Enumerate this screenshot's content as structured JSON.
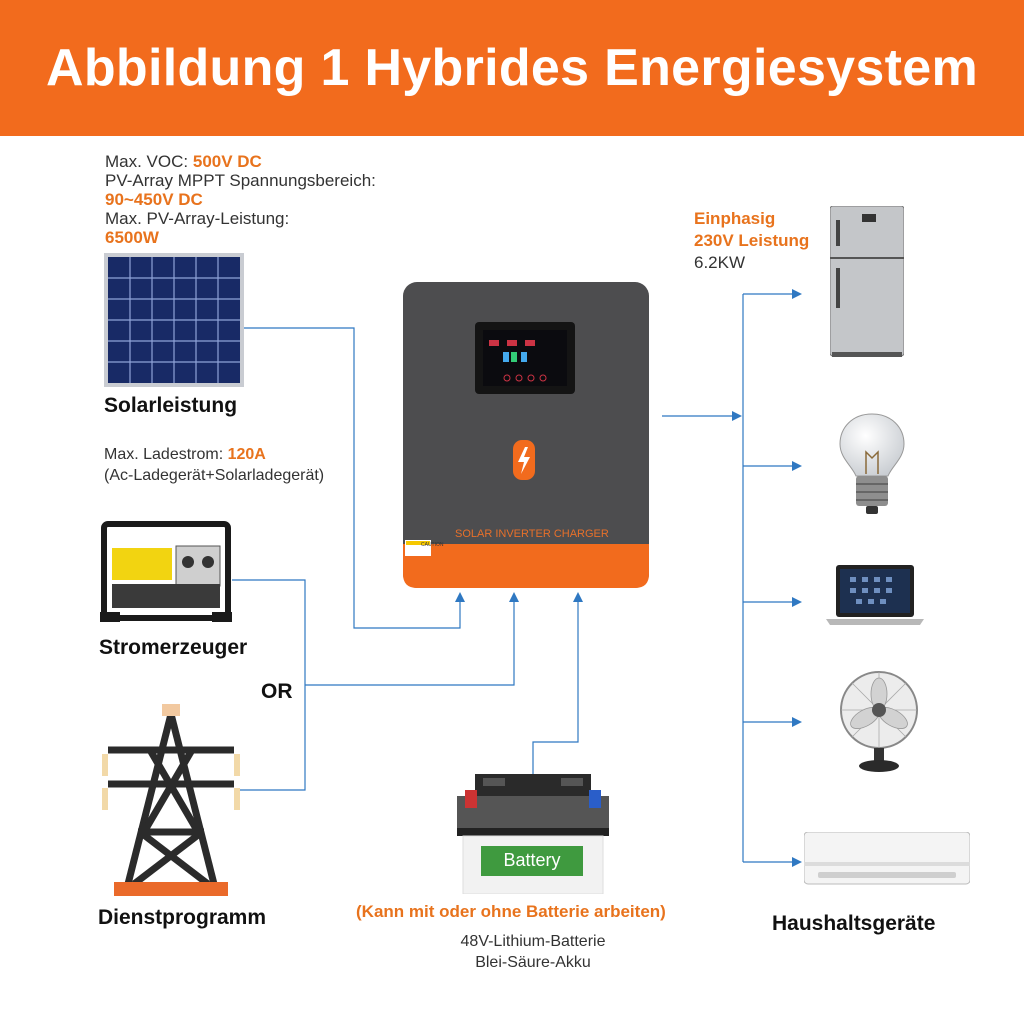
{
  "header": {
    "title": "Abbildung 1 Hybrides Energiesystem"
  },
  "solar_specs": {
    "voc_label": "Max. VOC: ",
    "voc_value": "500V DC",
    "mppt_label": "PV-Array MPPT Spannungsbereich:",
    "mppt_value": "90~450V DC",
    "power_label": "Max. PV-Array-Leistung:",
    "power_value": "6500W"
  },
  "solar": {
    "label": "Solarleistung"
  },
  "charge_specs": {
    "current_label": "Max. Ladestrom: ",
    "current_value": "120A",
    "source_note": "(Ac-Ladegerät+Solarladegerät)"
  },
  "generator": {
    "label": "Stromerzeuger"
  },
  "or_label": "OR",
  "utility": {
    "label": "Dienstprogramm"
  },
  "inverter": {
    "device_label": "SOLAR INVERTER CHARGER",
    "caution_label": "CAUTION"
  },
  "battery": {
    "device_label": "Battery",
    "note": "(Kann mit oder ohne Batterie arbeiten)",
    "type1": "48V-Lithium-Batterie",
    "type2": "Blei-Säure-Akku"
  },
  "output_specs": {
    "phase": "Einphasig",
    "voltage": "230V Leistung",
    "power": "6.2KW"
  },
  "appliances": {
    "label": "Haushaltsgeräte"
  },
  "colors": {
    "accent": "#f26b1d",
    "wire": "#2f78c2",
    "spec_orange": "#e8731d",
    "inverter_body": "#4d4d4f"
  }
}
